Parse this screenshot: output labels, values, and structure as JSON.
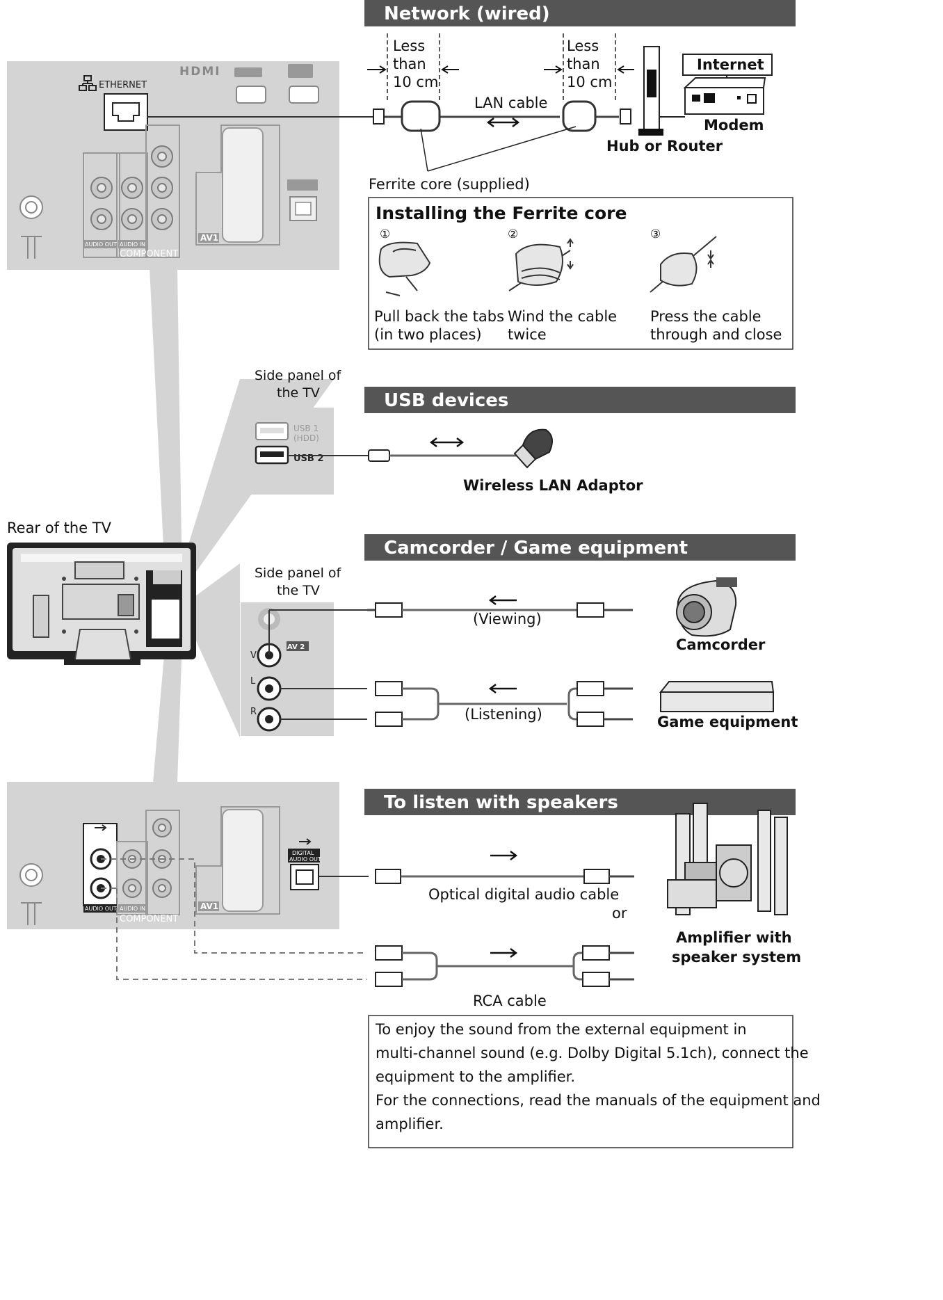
{
  "sections": {
    "network": "Network (wired)",
    "usb": "USB devices",
    "camcorder": "Camcorder / Game equipment",
    "speakers": "To listen with speakers"
  },
  "network": {
    "less_than_left": [
      "Less",
      "than",
      "10 cm"
    ],
    "less_than_right": [
      "Less",
      "than",
      "10 cm"
    ],
    "lan_cable": "LAN cable",
    "internet": "Internet",
    "modem": "Modem",
    "hub_router": "Hub or Router",
    "ferrite_supplied": "Ferrite core (supplied)",
    "ethernet_port": "ETHERNET",
    "hdmi_logo": "HDMI",
    "av1": "AV1",
    "audio_out": "AUDIO OUT",
    "audio_in": "AUDIO IN",
    "component": "COMPONENT"
  },
  "ferrite": {
    "title": "Installing the Ferrite core",
    "steps": [
      {
        "num": "①",
        "text": [
          "Pull back the tabs",
          "(in two places)"
        ]
      },
      {
        "num": "②",
        "text": [
          "Wind the cable",
          "twice"
        ]
      },
      {
        "num": "③",
        "text": [
          "Press the cable",
          "through and close"
        ]
      }
    ]
  },
  "usb": {
    "side_panel": [
      "Side panel of",
      "the TV"
    ],
    "usb1": "USB 1",
    "hdd": "(HDD)",
    "usb2": "USB 2",
    "adaptor": "Wireless LAN Adaptor"
  },
  "tv": {
    "rear": "Rear of the TV"
  },
  "camcorder": {
    "side_panel": [
      "Side panel of",
      "the TV"
    ],
    "av2": "AV 2",
    "viewing": "(Viewing)",
    "listening": "(Listening)",
    "camcorder": "Camcorder",
    "game": "Game equipment",
    "jack_v": "V",
    "jack_l": "L",
    "jack_r": "R"
  },
  "speakers": {
    "optical_cable": "Optical digital audio cable",
    "or": "or",
    "rca_cable": "RCA cable",
    "amplifier": [
      "Amplifier with",
      "speaker system"
    ],
    "digital_audio_out": [
      "DIGITAL",
      "AUDIO OUT"
    ],
    "av1": "AV1",
    "audio_out": "AUDIO OUT",
    "audio_in": "AUDIO IN",
    "component": "COMPONENT"
  },
  "note": {
    "lines": [
      "To enjoy the sound from the external equipment in",
      "multi-channel sound (e.g. Dolby Digital 5.1ch), connect the",
      "equipment to the amplifier.",
      "For the connections, read the manuals of the equipment and",
      "amplifier."
    ]
  }
}
